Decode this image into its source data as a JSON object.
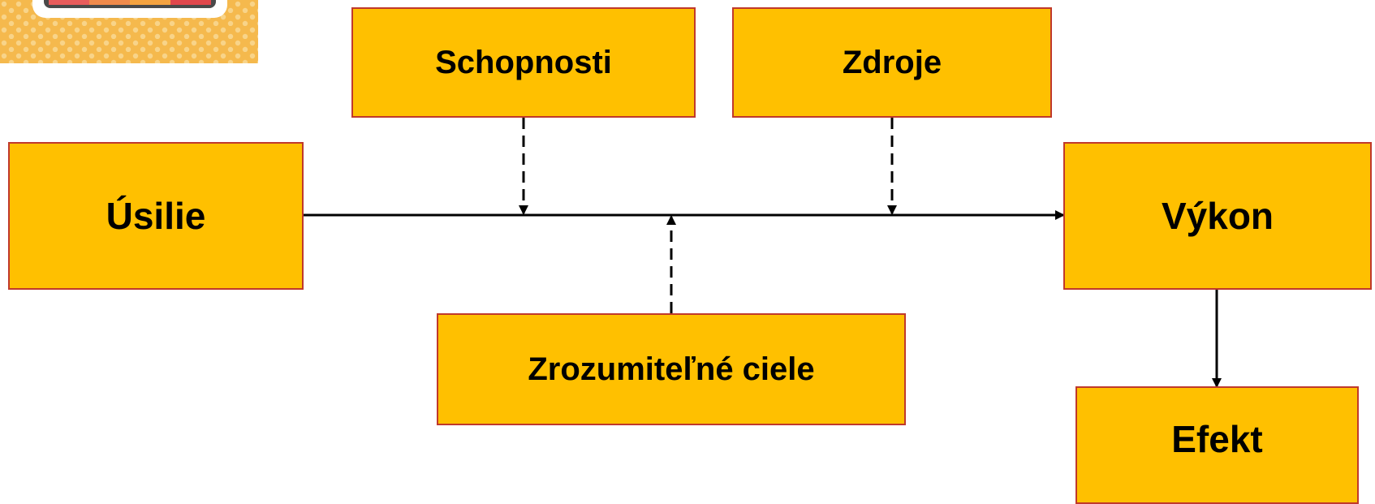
{
  "colors": {
    "box_fill": "#FFC000",
    "box_border": "#C0392B",
    "line": "#000000",
    "logo_dots_bg": "#F5B94D",
    "logo_dot": "#F8D489"
  },
  "logo": {
    "icon": "palette-logo-icon"
  },
  "nodes": {
    "usilie": "Úsilie",
    "schopnosti": "Schopnosti",
    "zdroje": "Zdroje",
    "vykon": "Výkon",
    "ciele": "Zrozumiteľné ciele",
    "efekt": "Efekt"
  }
}
